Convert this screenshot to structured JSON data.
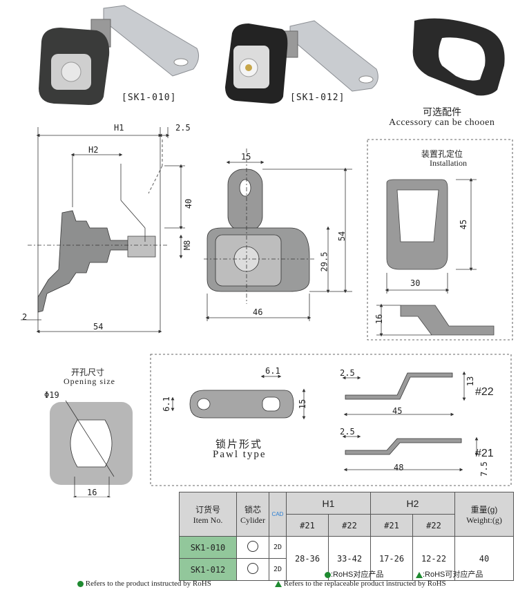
{
  "products": [
    {
      "label": "[SK1-010]"
    },
    {
      "label": "[SK1-012]"
    }
  ],
  "accessory": {
    "title_cn": "可选配件",
    "title_en": "Accessory can be chooen"
  },
  "side_view": {
    "h1": "H1",
    "h2": "H2",
    "dim_2_5": "2.5",
    "dim_40": "40",
    "dim_m8": "M8",
    "dim_2": "2",
    "dim_54": "54"
  },
  "front_view": {
    "dim_15": "15",
    "dim_54": "54",
    "dim_29_5": "29.5",
    "dim_46": "46"
  },
  "installation": {
    "title_cn": "装置孔定位",
    "title_en": "Installation",
    "dim_45": "45",
    "dim_30": "30",
    "dim_16": "16"
  },
  "opening": {
    "title_cn": "开孔尺寸",
    "title_en": "Opening size",
    "dim_phi": "Φ19",
    "dim_16": "16"
  },
  "pawl": {
    "title_cn": "锁片形式",
    "title_en": "Pawl type",
    "dim_6_1_top": "6.1",
    "dim_6_1_left": "6.1",
    "dim_15": "15",
    "p22": {
      "d2_5": "2.5",
      "d45": "45",
      "d13": "13",
      "tag": "#22"
    },
    "p21": {
      "d2_5": "2.5",
      "d48": "48",
      "d7_5": "7.5",
      "tag": "#21"
    }
  },
  "table": {
    "item_cn": "订货号",
    "item_en": "Item No.",
    "core_cn": "锁芯",
    "core_en": "Cylider",
    "cad": "CAD",
    "h1": "H1",
    "h2": "H2",
    "weight_cn": "重量(g)",
    "weight_en": "Weight:(g)",
    "sub": [
      "#21",
      "#22",
      "#21",
      "#22"
    ],
    "rows": [
      {
        "model": "SK1-010",
        "cad": "2D"
      },
      {
        "model": "SK1-012",
        "cad": "2D"
      }
    ],
    "values": {
      "h1_21": "28-36",
      "h1_22": "33-42",
      "h2_21": "17-26",
      "h2_22": "12-22",
      "weight": "40"
    }
  },
  "legend": {
    "rohs": ":RoHS对应产品",
    "replaceable": ":RoHS可对应产品",
    "rohs_en": "Refers to the product instructed by RoHS",
    "replaceable_en": "Refers to the replaceable product instructed by RoHS"
  },
  "colors": {
    "accent_green": "#1e8a30",
    "table_green": "#92c79b"
  }
}
